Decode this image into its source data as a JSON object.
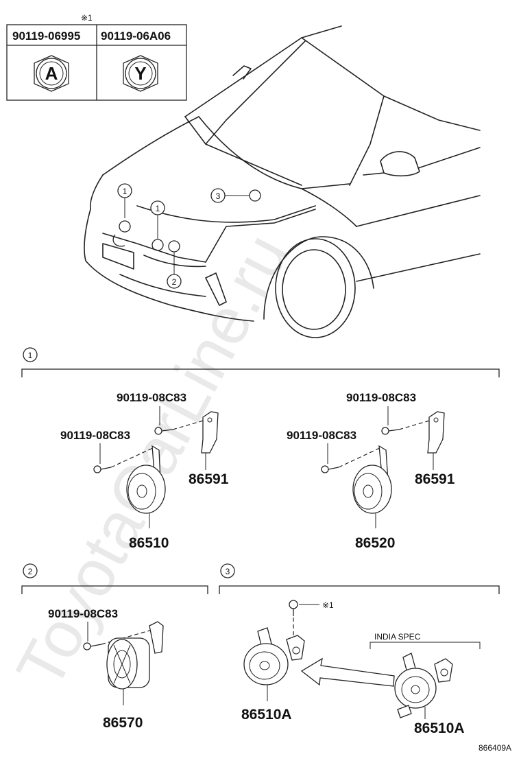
{
  "note_mark": "※1",
  "nut_table": {
    "codes": [
      "90119-06995",
      "90119-06A06"
    ],
    "letters": [
      "A",
      "Y"
    ]
  },
  "callouts": {
    "one": "1",
    "two": "2",
    "three": "3"
  },
  "group1": {
    "left": {
      "bolt_upper": "90119-08C83",
      "bolt_lower": "90119-08C83",
      "bracket": "86591",
      "horn": "86510"
    },
    "right": {
      "bolt_upper": "90119-08C83",
      "bolt_lower": "90119-08C83",
      "bracket": "86591",
      "horn": "86520"
    }
  },
  "group2": {
    "bolt": "90119-08C83",
    "horn": "86570"
  },
  "group3": {
    "note_mark": "※1",
    "horn": "86510A",
    "india_label": "INDIA SPEC",
    "india_horn": "86510A"
  },
  "watermark": "ToyotaCarLine.ru",
  "diagram_id": "866409A"
}
